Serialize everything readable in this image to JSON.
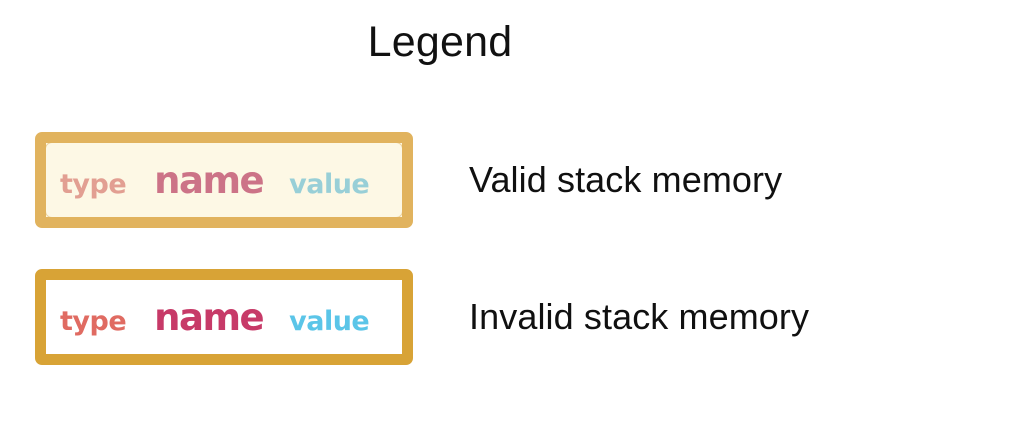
{
  "title": "Legend",
  "entries": [
    {
      "box": {
        "type_label": "type",
        "name_label": "name",
        "value_label": "value",
        "border_color": "#dfae52",
        "fill_color": "#fdf8e4",
        "type_color": "#e0988a",
        "name_color": "#c9697e",
        "value_color": "#91ccd4"
      },
      "caption": "Valid stack memory"
    },
    {
      "box": {
        "type_label": "type",
        "name_label": "name",
        "value_label": "value",
        "border_color": "#d8a336",
        "fill_color": "#ffffff",
        "type_color": "#e06b62",
        "name_color": "#c73a68",
        "value_color": "#5bc5e8"
      },
      "caption": "Invalid stack memory"
    }
  ]
}
